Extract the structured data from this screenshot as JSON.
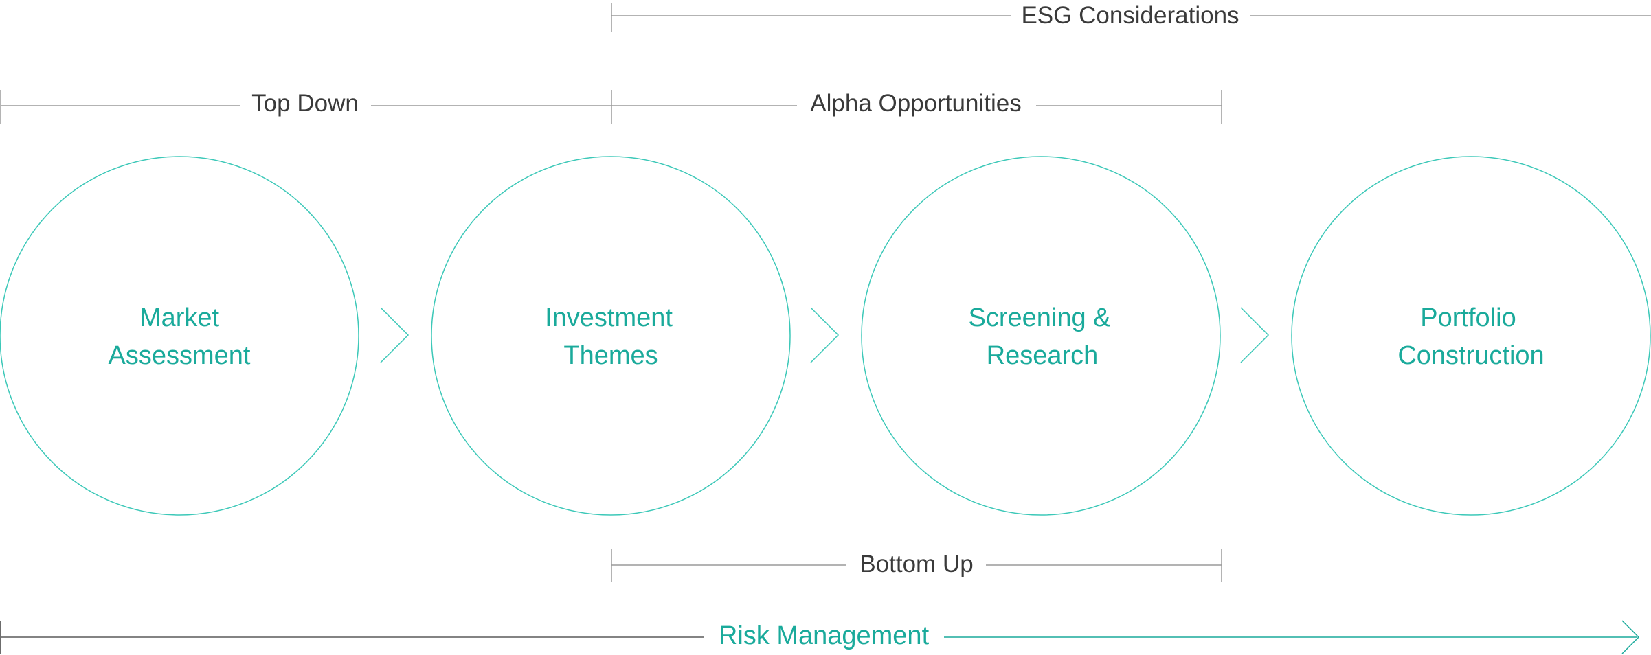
{
  "colors": {
    "teal": "#1aaa9b",
    "teal_light": "#3cc8b8",
    "dark_text": "#3a3a3a",
    "line_gray": "#9a9a9a"
  },
  "brackets": {
    "esg": {
      "label": "ESG Considerations"
    },
    "top_down": {
      "label": "Top Down"
    },
    "alpha": {
      "label": "Alpha Opportunities"
    },
    "bottom_up": {
      "label": "Bottom Up"
    }
  },
  "steps": [
    {
      "line1": "Market",
      "line2": "Assessment"
    },
    {
      "line1": "Investment",
      "line2": "Themes"
    },
    {
      "line1": "Screening &",
      "line2": "Research"
    },
    {
      "line1": "Portfolio",
      "line2": "Construction"
    }
  ],
  "risk": {
    "label": "Risk Management"
  }
}
